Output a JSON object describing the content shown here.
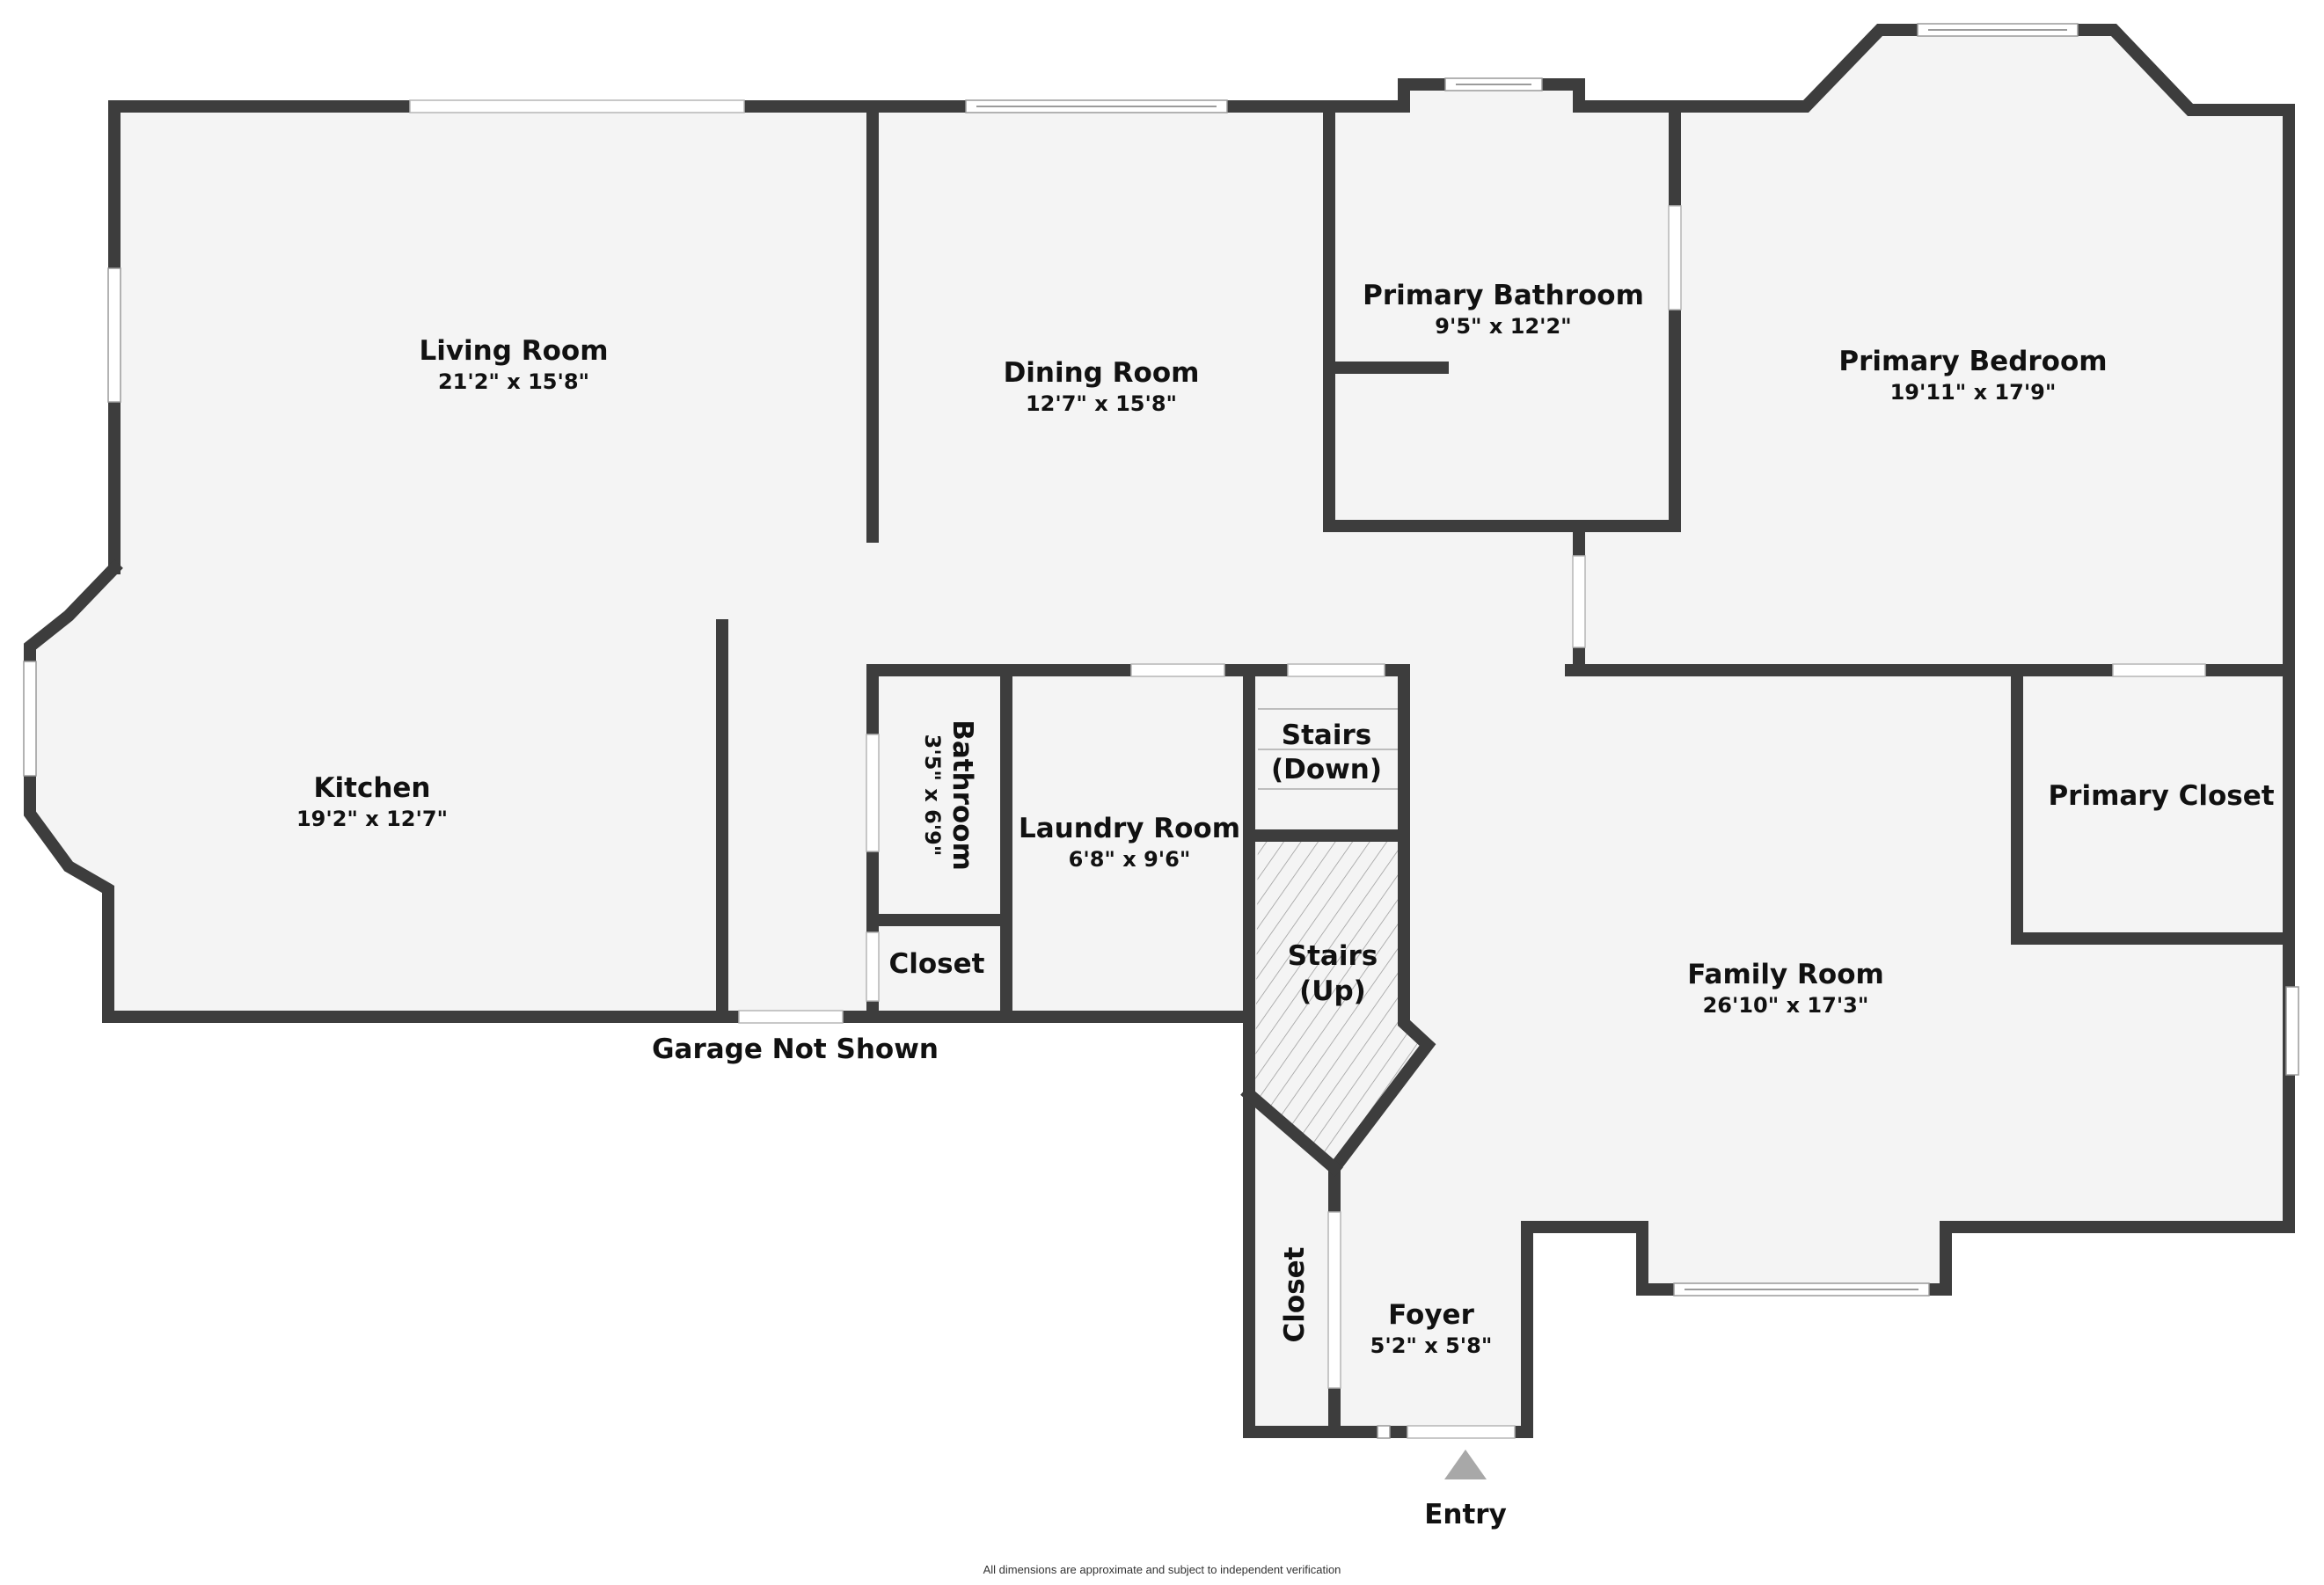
{
  "plan": {
    "note": "All dimensions are approximate and subject to independent verification",
    "garage_label": "Garage Not Shown",
    "entry_label": "Entry",
    "colors": {
      "wall": "#3d3d3d",
      "floor": "#f4f4f4",
      "background": "#ffffff",
      "entry_arrow": "#a8a8a8"
    }
  },
  "rooms": {
    "living_room": {
      "name": "Living Room",
      "dims": "21'2\" x 15'8\""
    },
    "dining_room": {
      "name": "Dining Room",
      "dims": "12'7\" x 15'8\""
    },
    "primary_bathroom": {
      "name": "Primary Bathroom",
      "dims": "9'5\" x 12'2\""
    },
    "primary_bedroom": {
      "name": "Primary Bedroom",
      "dims": "19'11\" x 17'9\""
    },
    "kitchen": {
      "name": "Kitchen",
      "dims": "19'2\" x 12'7\""
    },
    "bathroom": {
      "name": "Bathroom",
      "dims": "3'5\" x 6'9\""
    },
    "hall_closet": {
      "name": "Closet"
    },
    "laundry_room": {
      "name": "Laundry Room",
      "dims": "6'8\" x 9'6\""
    },
    "stairs_down": {
      "name": "Stairs",
      "sub": "(Down)"
    },
    "stairs_up": {
      "name": "Stairs",
      "sub": "(Up)"
    },
    "primary_closet": {
      "name": "Primary Closet"
    },
    "family_room": {
      "name": "Family Room",
      "dims": "26'10\" x 17'3\""
    },
    "foyer": {
      "name": "Foyer",
      "dims": "5'2\" x 5'8\""
    },
    "foyer_closet": {
      "name": "Closet"
    }
  }
}
